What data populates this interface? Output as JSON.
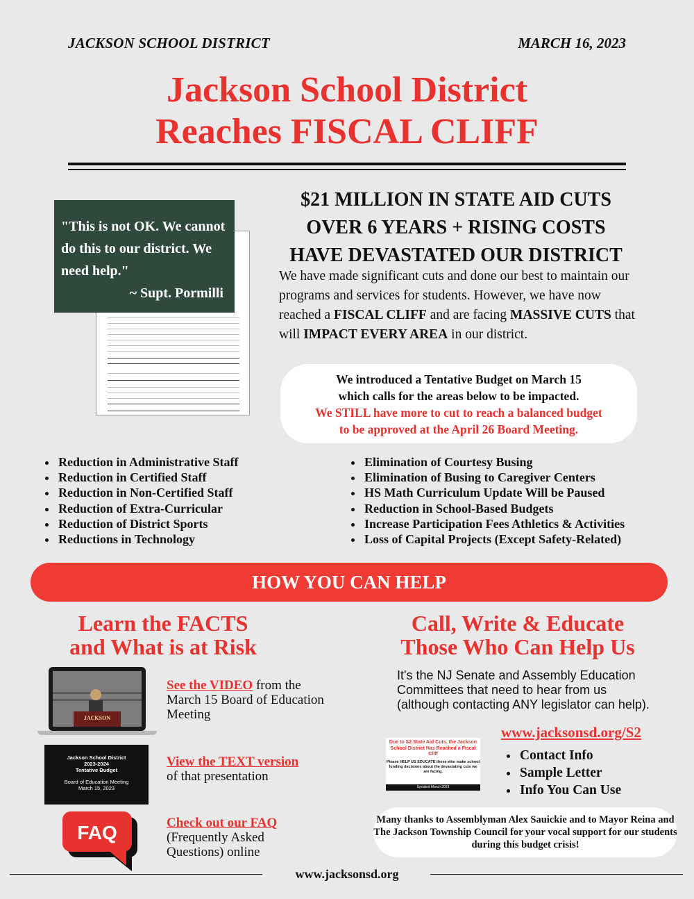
{
  "header": {
    "district": "JACKSON SCHOOL DISTRICT",
    "date": "MARCH 16, 2023"
  },
  "title": {
    "line1": "Jackson School District",
    "line2": "Reaches FISCAL CLIFF"
  },
  "quote": {
    "text": "\"This is not OK. We cannot do this to our district. We need help.\"",
    "attribution": "~ Supt. Pormilli"
  },
  "headline": {
    "line1": "$21 MILLION IN STATE AID CUTS",
    "line2": "OVER 6 YEARS + RISING COSTS",
    "line3": "HAVE DEVASTATED OUR DISTRICT"
  },
  "body": {
    "part1": "We have made significant cuts and done our best to maintain our programs and services for students. However, we have now reached a ",
    "fiscal_cliff": "FISCAL CLIFF",
    "part2": " and are facing ",
    "massive_cuts": "MASSIVE CUTS",
    "part3": " that will ",
    "impact": "IMPACT EVERY AREA",
    "part4": " in our district."
  },
  "tentative": {
    "line1": "We introduced a Tentative Budget on March 15",
    "line2": "which calls for the areas below to be impacted.",
    "line3": "We STILL have more to cut to reach a balanced budget",
    "line4": "to be approved at the April 26 Board Meeting."
  },
  "cuts_left": [
    "Reduction in Administrative Staff",
    "Reduction in Certified Staff",
    "Reduction in Non-Certified Staff",
    "Reduction of Extra-Curricular",
    "Reduction of District Sports",
    "Reductions in Technology"
  ],
  "cuts_right": [
    "Elimination of Courtesy Busing",
    "Elimination of Busing to Caregiver Centers",
    "HS Math Curriculum Update Will be Paused",
    "Reduction in School-Based Budgets",
    "Increase Participation Fees Athletics & Activities",
    "Loss of Capital Projects (Except Safety-Related)"
  ],
  "banner": "HOW YOU CAN HELP",
  "learn": {
    "title1": "Learn the FACTS",
    "title2": "and What is at Risk",
    "video_link": "See the VIDEO",
    "video_rest": " from the March 15 Board of Education Meeting",
    "laptop_sign": "JACKSON",
    "text_link": "View the TEXT version",
    "text_rest": "of that presentation",
    "faq_link": "Check out our FAQ",
    "faq_rest": "(Frequently Asked Questions) online",
    "faq_icon_label": "FAQ"
  },
  "presentation": {
    "line1": "Jackson School District",
    "line2": "2023-2024",
    "line3": "Tentative Budget",
    "line4": "Board of Education Meeting",
    "line5": "March 15, 2023"
  },
  "call": {
    "title1": "Call, Write & Educate",
    "title2": "Those Who Can Help Us",
    "paragraph": "It's the NJ Senate and Assembly Education Committees that need to hear from us (although contacting ANY legislator can help).",
    "link": "www.jacksonsd.org/S2",
    "items": [
      "Contact Info",
      "Sample Letter",
      "Info  You Can Use"
    ]
  },
  "flyer": {
    "line1": "Due to S2 State Aid Cuts, the Jackson School District Has Reached a Fiscal Cliff",
    "line2": "Please HELP US EDUCATE those who make school funding decisions about the devastating cuts we are facing.",
    "line3": "Updated March 2023"
  },
  "thanks": "Many thanks to Assemblyman Alex Sauickie and to Mayor Reina and The Jackson Township Council for your vocal support for our students during this budget crisis!",
  "footer": "www.jacksonsd.org",
  "colors": {
    "accent_red": "#e8322f",
    "banner_red": "#f03a34",
    "quote_green": "#2f4a3c",
    "background": "#e9e9e9"
  }
}
